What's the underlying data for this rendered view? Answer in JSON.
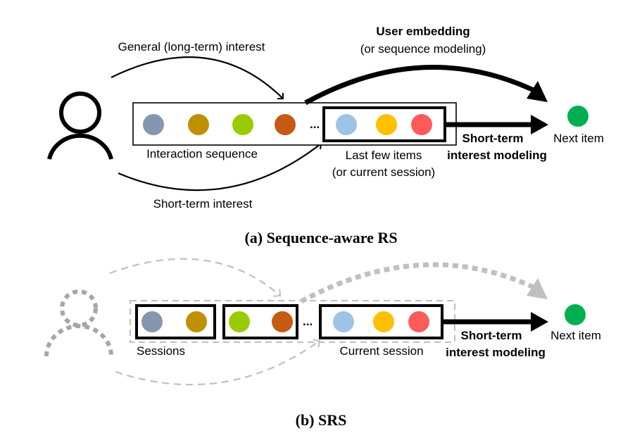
{
  "panel_a": {
    "caption": "(a) Sequence-aware RS",
    "general_interest_label": "General (long-term) interest",
    "short_term_interest_label": "Short-term interest",
    "user_embedding_label": "User embedding",
    "user_embedding_sub": "(or sequence modeling)",
    "interaction_sequence_label": "Interaction sequence",
    "last_items_label": "Last few items",
    "last_items_sub": "(or current session)",
    "short_term_modeling_line1": "Short-term",
    "short_term_modeling_line2": "interest modeling",
    "next_item_label": "Next item",
    "ellipsis": "...",
    "sequence_items": [
      "#8496B0",
      "#BF9000",
      "#99CC00",
      "#C55A11"
    ],
    "recent_items": [
      "#9DC3E6",
      "#FFC000",
      "#FF5B5B"
    ],
    "next_item_color": "#00B050"
  },
  "panel_b": {
    "caption": "(b) SRS",
    "sessions_label": "Sessions",
    "current_session_label": "Current session",
    "short_term_modeling_line1": "Short-term",
    "short_term_modeling_line2": "interest modeling",
    "next_item_label": "Next item",
    "ellipsis": "...",
    "session1_items": [
      "#8496B0",
      "#BF9000"
    ],
    "session2_items": [
      "#99CC00",
      "#C55A11"
    ],
    "current_items": [
      "#9DC3E6",
      "#FFC000",
      "#FF5B5B"
    ],
    "next_item_color": "#00B050",
    "faded_color": "#BFBFBF"
  }
}
